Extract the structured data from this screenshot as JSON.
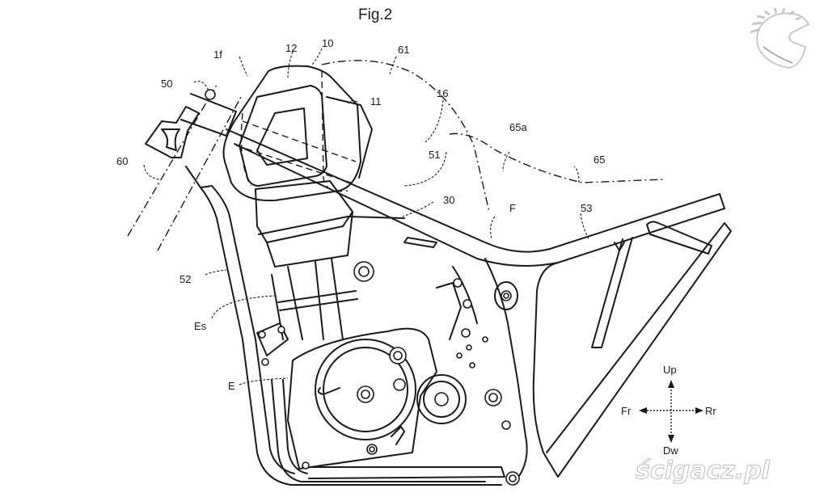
{
  "figure": {
    "title": "Fig.2",
    "labels": {
      "l10": "10",
      "l11": "11",
      "l12": "12",
      "l16": "16",
      "l1f": "1f",
      "l50": "50",
      "l51": "51",
      "l52": "52",
      "l53": "53",
      "l30": "30",
      "l60": "60",
      "l61": "61",
      "l65": "65",
      "l65a": "65a",
      "lF": "F",
      "lEs": "Es",
      "lE": "E"
    },
    "compass": {
      "up": "Up",
      "down": "Dw",
      "front": "Fr",
      "rear": "Rr"
    }
  },
  "watermark": {
    "text": "ścigacz.pl",
    "logo_icon": "helmet-logo-icon"
  }
}
